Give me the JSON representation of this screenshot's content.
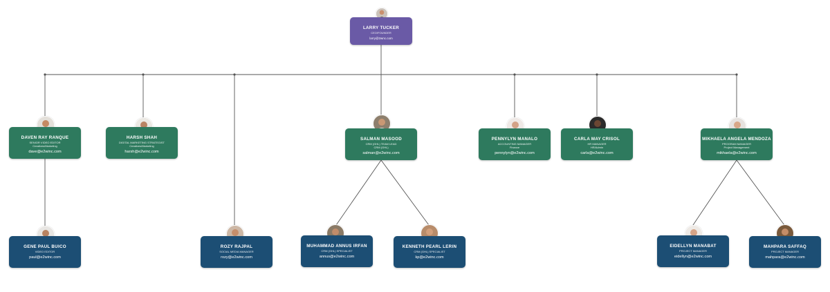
{
  "root": {
    "name": "LARRY TUCKER",
    "role": "CEO/FOUNDER",
    "email": "larry@2wnc.com"
  },
  "level1": [
    {
      "name": "DAVEN RAY RANQUE",
      "role": "SENIOR VIDEO EDITOR",
      "dept": "Creatives/Marketing",
      "email": "dave@e2winc.com"
    },
    {
      "name": "HARSH SHAH",
      "role": "DIGITAL MARKETING STRATEGIST",
      "dept": "Creatives/Marketing",
      "email": "harsh@e2winc.com"
    },
    {
      "name": "SALMAN MASOOD",
      "role": "CRM (GHL) TEAM LEAD",
      "dept": "CRM (GHL)",
      "email": "salman@e2winc.com"
    },
    {
      "name": "PENNYLYN MANALO",
      "role": "ACCOUNTING MANAGER",
      "dept": "Finance",
      "email": "pennylyn@e2winc.com"
    },
    {
      "name": "CARLA MAY CRISOL",
      "role": "HR MANAGER",
      "dept": "HR/Admin",
      "email": "carla@e2winc.com"
    },
    {
      "name": "MIKHAELA ANGELA MENDOZA",
      "role": "PROGRAM MANAGER",
      "dept": "Project Management",
      "email": "mikhaela@e2winc.com"
    }
  ],
  "level2": [
    {
      "name": "GENE PAUL BUICO",
      "role": "VIDEO EDITOR",
      "email": "paul@e2winc.com"
    },
    {
      "name": "ROZY RAJPAL",
      "role": "SOCIAL MEDIA MANAGER",
      "email": "rozy@e2winc.com"
    },
    {
      "name": "MUHAMMAD ANNUS IRFAN",
      "role": "CRM (GHL) SPECIALIST",
      "email": "annus@e2winc.com"
    },
    {
      "name": "KENNETH PEARL LERIN",
      "role": "CRM (GHL) SPECIALIST",
      "email": "kp@e2winc.com"
    },
    {
      "name": "EIDELLYN MANABAT",
      "role": "PROJECT MANAGER",
      "email": "eidellyn@e2winc.com"
    },
    {
      "name": "MAHPARA SAFFAQ",
      "role": "PROJECT MANAGER",
      "email": "mahpara@e2winc.com"
    }
  ],
  "colors": {
    "root": "#6a5aa6",
    "level1": "#2e7a5e",
    "level2": "#1c4e74",
    "connector": "#555555"
  }
}
